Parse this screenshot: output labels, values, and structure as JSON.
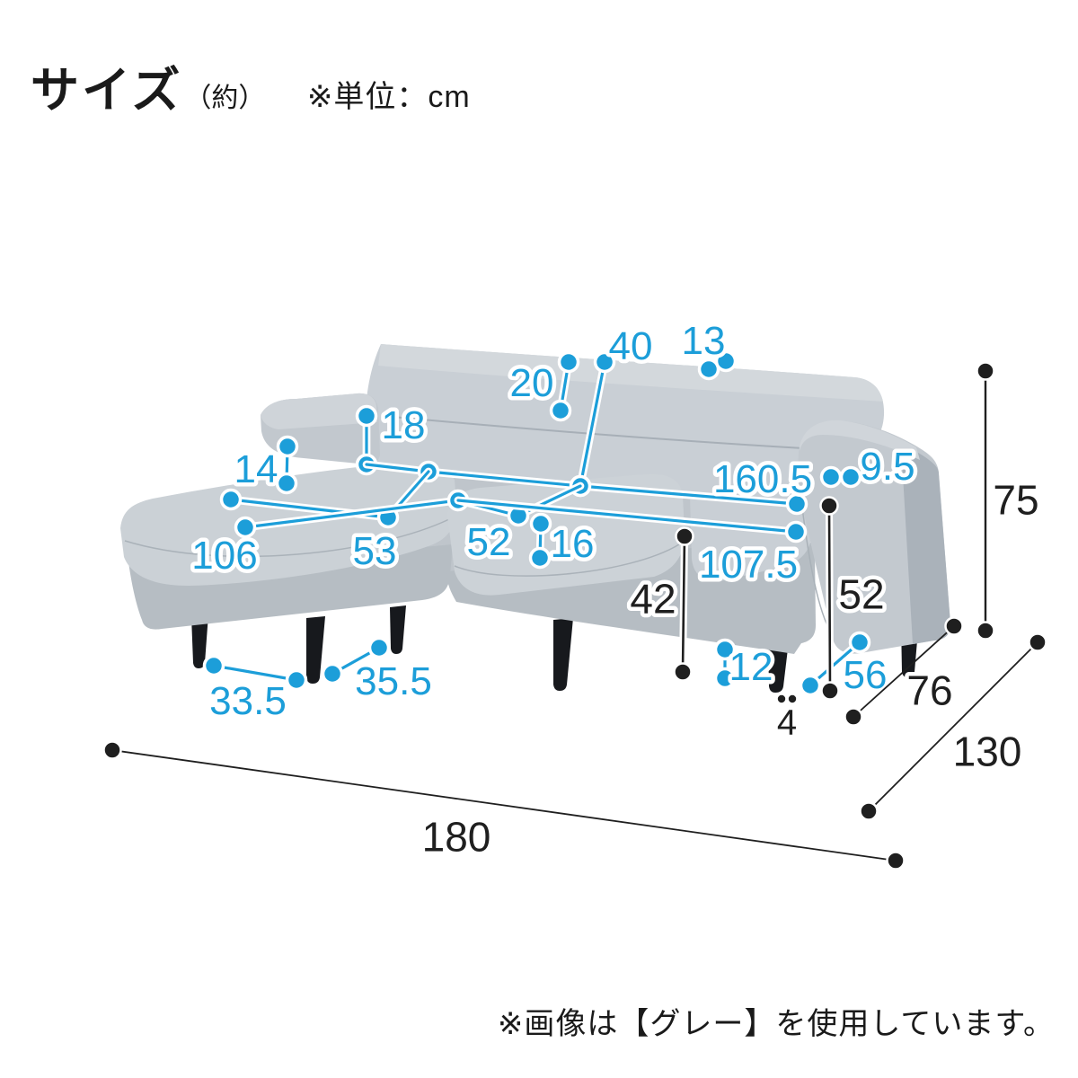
{
  "header": {
    "title": "サイズ",
    "approx": "（約）",
    "unit": "※単位：cm"
  },
  "footer": {
    "note": "※画像は【グレー】を使用しています。"
  },
  "colors": {
    "accent": "#1c9ed9",
    "ink": "#1f1f1f",
    "halo": "#ffffff"
  },
  "sofa_color_note": "グレー",
  "annotations": [
    {
      "value": "20",
      "color": "accent",
      "label": [
        592,
        425
      ],
      "segments": [
        [
          633,
          403,
          624,
          457
        ]
      ],
      "dots": [
        [
          633,
          403
        ],
        [
          624,
          457
        ]
      ]
    },
    {
      "value": "40",
      "color": "accent",
      "label": [
        702,
        384
      ],
      "segments": [
        [
          673,
          403,
          646,
          541
        ]
      ],
      "dots": [
        [
          673,
          403
        ],
        [
          646,
          541
        ]
      ]
    },
    {
      "value": "13",
      "color": "accent",
      "label": [
        783,
        378
      ],
      "segments": [
        [
          789,
          411,
          808,
          402
        ]
      ],
      "dots": [
        [
          789,
          411
        ],
        [
          808,
          402
        ]
      ]
    },
    {
      "value": "18",
      "color": "accent",
      "label": [
        449,
        472
      ],
      "segments": [
        [
          408,
          463,
          408,
          517
        ]
      ],
      "dots": [
        [
          408,
          463
        ],
        [
          408,
          517
        ]
      ]
    },
    {
      "value": "14",
      "color": "accent",
      "label": [
        285,
        521
      ],
      "segments": [
        [
          320,
          497,
          319,
          538
        ]
      ],
      "dots": [
        [
          320,
          497
        ],
        [
          319,
          538
        ]
      ]
    },
    {
      "value": "160.5",
      "color": "accent",
      "label": [
        849,
        532
      ],
      "segments": [
        [
          408,
          517,
          477,
          525
        ],
        [
          477,
          525,
          646,
          541
        ],
        [
          646,
          541,
          887,
          561
        ]
      ],
      "dots": [
        [
          477,
          525
        ],
        [
          646,
          541
        ],
        [
          887,
          561
        ]
      ]
    },
    {
      "value": "9.5",
      "color": "accent",
      "label": [
        988,
        518
      ],
      "segments": [
        [
          925,
          531,
          947,
          531
        ]
      ],
      "dots": [
        [
          925,
          531
        ],
        [
          947,
          531
        ]
      ]
    },
    {
      "value": "53",
      "color": "accent",
      "label": [
        417,
        612
      ],
      "segments": [
        [
          477,
          525,
          432,
          576
        ],
        [
          257,
          556,
          432,
          576
        ]
      ],
      "dots": [
        [
          257,
          556
        ],
        [
          432,
          576
        ]
      ]
    },
    {
      "value": "106",
      "color": "accent",
      "label": [
        250,
        617
      ],
      "segments": [
        [
          273,
          587,
          510,
          557
        ]
      ],
      "dots": [
        [
          273,
          587
        ],
        [
          510,
          557
        ]
      ]
    },
    {
      "value": "52",
      "color": "accent",
      "label": [
        544,
        602
      ],
      "segments": [
        [
          510,
          557,
          577,
          574
        ],
        [
          577,
          574,
          646,
          541
        ]
      ],
      "dots": [
        [
          577,
          574
        ]
      ]
    },
    {
      "value": "16",
      "color": "accent",
      "label": [
        637,
        604
      ],
      "segments": [
        [
          602,
          583,
          601,
          621
        ]
      ],
      "dots": [
        [
          602,
          583
        ],
        [
          601,
          621
        ]
      ]
    },
    {
      "value": "107.5",
      "color": "accent",
      "label": [
        833,
        627
      ],
      "segments": [
        [
          510,
          557,
          886,
          592
        ]
      ],
      "dots": [
        [
          886,
          592
        ]
      ]
    },
    {
      "value": "33.5",
      "color": "accent",
      "label": [
        276,
        779
      ],
      "segments": [
        [
          238,
          741,
          330,
          757
        ]
      ],
      "dots": [
        [
          238,
          741
        ],
        [
          330,
          757
        ]
      ]
    },
    {
      "value": "35.5",
      "color": "accent",
      "label": [
        438,
        757
      ],
      "segments": [
        [
          370,
          750,
          422,
          721
        ]
      ],
      "dots": [
        [
          370,
          750
        ],
        [
          422,
          721
        ]
      ]
    },
    {
      "value": "12",
      "color": "accent",
      "label": [
        836,
        741
      ],
      "segments": [
        [
          807,
          723,
          807,
          755
        ]
      ],
      "dots": [
        [
          807,
          723
        ],
        [
          807,
          755
        ]
      ]
    },
    {
      "value": "56",
      "color": "accent",
      "label": [
        963,
        750
      ],
      "segments": [
        [
          957,
          715,
          902,
          763
        ]
      ],
      "dots": [
        [
          957,
          715
        ],
        [
          902,
          763
        ]
      ]
    },
    {
      "value": "42",
      "color": "ink",
      "label": [
        727,
        666
      ],
      "segments": [
        [
          762,
          597,
          760,
          748
        ]
      ],
      "dots": [
        [
          762,
          597
        ],
        [
          760,
          748
        ]
      ]
    },
    {
      "value": "52",
      "color": "ink",
      "label": [
        959,
        661
      ],
      "segments": [
        [
          923,
          563,
          924,
          769
        ]
      ],
      "dots": [
        [
          923,
          563
        ],
        [
          924,
          769
        ]
      ]
    },
    {
      "value": "4",
      "color": "ink",
      "label": [
        876,
        803
      ],
      "size": 40,
      "segments": [],
      "dots": [],
      "small_dots": [
        [
          870,
          778
        ],
        [
          882,
          778
        ]
      ]
    },
    {
      "value": "75",
      "color": "ink",
      "label": [
        1131,
        556
      ],
      "segments": [
        [
          1097,
          413,
          1097,
          702
        ]
      ],
      "dots": [
        [
          1097,
          413
        ],
        [
          1097,
          702
        ]
      ],
      "lw": 2.4,
      "casing": false
    },
    {
      "value": "76",
      "color": "ink",
      "label": [
        1035,
        768
      ],
      "segments": [
        [
          1062,
          697,
          950,
          798
        ]
      ],
      "dots": [
        [
          1062,
          697
        ],
        [
          950,
          798
        ]
      ],
      "thin": true
    },
    {
      "value": "130",
      "color": "ink",
      "label": [
        1099,
        836
      ],
      "segments": [
        [
          1155,
          715,
          967,
          903
        ]
      ],
      "dots": [
        [
          1155,
          715
        ],
        [
          967,
          903
        ]
      ],
      "thin": true
    },
    {
      "value": "180",
      "color": "ink",
      "label": [
        508,
        931
      ],
      "segments": [
        [
          125,
          835,
          997,
          958
        ]
      ],
      "dots": [
        [
          125,
          835
        ],
        [
          997,
          958
        ]
      ],
      "thin": true
    }
  ]
}
